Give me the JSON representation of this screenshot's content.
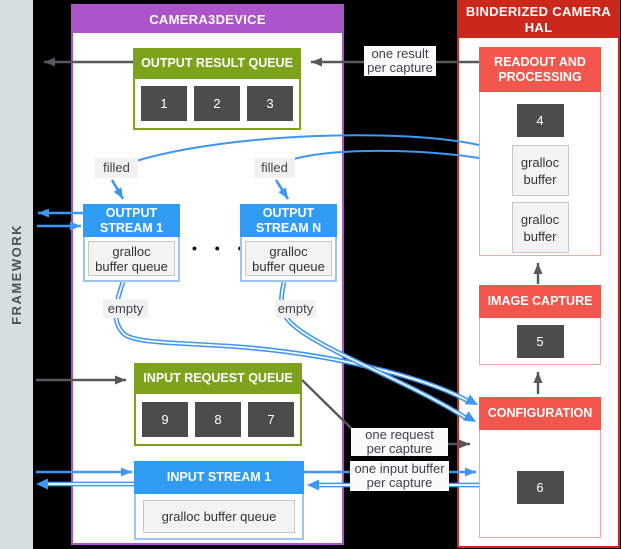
{
  "framework": {
    "label": "FRAMEWORK"
  },
  "camera3device": {
    "title": "CAMERA3DEVICE",
    "output_result_queue": {
      "title": "OUTPUT RESULT QUEUE",
      "cells": [
        "1",
        "2",
        "3"
      ]
    },
    "output_stream_1": {
      "title": "OUTPUT\nSTREAM 1",
      "buffer": "gralloc\nbuffer queue"
    },
    "output_stream_n": {
      "title": "OUTPUT\nSTREAM N",
      "buffer": "gralloc\nbuffer queue"
    },
    "ellipsis": "• • •",
    "input_request_queue": {
      "title": "INPUT REQUEST QUEUE",
      "cells": [
        "9",
        "8",
        "7"
      ]
    },
    "input_stream_1": {
      "title": "INPUT STREAM 1",
      "buffer": "gralloc buffer queue"
    }
  },
  "hal": {
    "title": "BINDERIZED CAMERA\nHAL",
    "readout": {
      "title": "READOUT AND\nPROCESSING",
      "cell": "4",
      "buffers": [
        "gralloc\nbuffer",
        "gralloc\nbuffer"
      ]
    },
    "image_capture": {
      "title": "IMAGE CAPTURE",
      "cell": "5"
    },
    "configuration": {
      "title": "CONFIGURATION",
      "cell": "6"
    }
  },
  "labels": {
    "filled": "filled",
    "empty": "empty",
    "one_result": "one result\nper capture",
    "one_request": "one request\nper capture",
    "one_input": "one input buffer\nper capture"
  },
  "colors": {
    "purple": "#AB55C8",
    "green": "#7DA21C",
    "blue_header": "#2F9BF2",
    "arrow_blue": "#3F97F3",
    "red_header": "#C9281A",
    "salmon": "#F2564C",
    "cell_dark": "#4C4C4C",
    "arrow_gray": "#56585B",
    "sidebar_gray": "#D7DEE1"
  }
}
